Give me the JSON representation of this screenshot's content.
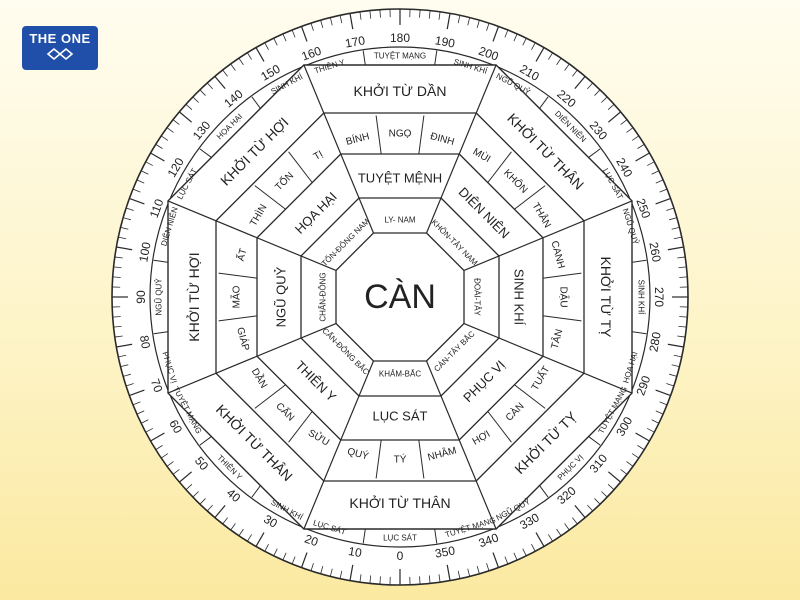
{
  "logo": {
    "text": "THE ONE",
    "emblem_icon": "diamond-emblem-icon",
    "color": "#1f4fa8"
  },
  "colors": {
    "ink": "#2a2a2a",
    "face": "#ffffff",
    "background_top": "#fffdf0",
    "background_bottom": "#fbe9a0"
  },
  "dial": {
    "step": 10,
    "minor_step": 2,
    "start": 0,
    "end": 350,
    "direction": "clockwise",
    "zero_at": "bottom"
  },
  "center_label": "CÀN",
  "sectors": [
    {
      "id": "s",
      "inner_label": "LY- NAM",
      "trigram": "TUYỆT MỆNH",
      "mountains": [
        "BÍNH",
        "NGỌ",
        "ĐINH"
      ],
      "khoi": "KHỞI TỪ DẦN",
      "outer": [
        "THIÊN Y",
        "TUYỆT MẠNG",
        "SINH KHÍ"
      ]
    },
    {
      "id": "sw",
      "inner_label": "KHÔN-TÂY NAM",
      "trigram": "DIÊN NIÊN",
      "mountains": [
        "MÙI",
        "KHÔN",
        "THÂN"
      ],
      "khoi": "KHỞI TỪ THÂN",
      "outer": [
        "NGŨ QUỶ",
        "DIÊN NIÊN",
        "LỤC SÁT"
      ]
    },
    {
      "id": "w",
      "inner_label": "ĐOÀI-TÂY",
      "trigram": "SINH KHÍ",
      "mountains": [
        "CANH",
        "DẬU",
        "TÂN"
      ],
      "khoi": "KHỞI TỪ TỴ",
      "outer": [
        "NGŨ QUỶ",
        "SINH KHÍ",
        "HỌA HẠI"
      ]
    },
    {
      "id": "nw",
      "inner_label": "CÀN-TÂY BẮC",
      "trigram": "PHỤC VỊ",
      "mountains": [
        "TUẤT",
        "CÀN",
        "HỢI"
      ],
      "khoi": "KHỞI TỪ TỴ",
      "outer": [
        "TUYỆT MẠNG",
        "PHỤC VỊ",
        "NGŨ QUỶ"
      ]
    },
    {
      "id": "n",
      "inner_label": "KHẢM-BẮC",
      "trigram": "LỤC SÁT",
      "mountains": [
        "NHÂM",
        "TÝ",
        "QUÝ"
      ],
      "khoi": "KHỞI TỪ THÂN",
      "outer": [
        "TUYỆT MẠNG",
        "LỤC SÁT",
        "LỤC SÁT"
      ]
    },
    {
      "id": "ne",
      "inner_label": "CẤN-ĐÔNG BẮC",
      "trigram": "THIÊN Y",
      "mountains": [
        "SỬU",
        "CẤN",
        "DẦN"
      ],
      "khoi": "KHỞI TỪ THÂN",
      "outer": [
        "SINH KHÍ",
        "THIÊN Y",
        "TUYỆT MẠNG"
      ]
    },
    {
      "id": "e",
      "inner_label": "CHẤN-ĐÔNG",
      "trigram": "NGŨ QUỶ",
      "mountains": [
        "GIÁP",
        "MÃO",
        "ẤT"
      ],
      "khoi": "KHỞI TỪ HỢI",
      "outer": [
        "PHỤC VỊ",
        "NGŨ QUỶ",
        "DIÊN NIÊN"
      ]
    },
    {
      "id": "se",
      "inner_label": "TỐN-ĐÔNG NAM",
      "trigram": "HỌA HẠI",
      "mountains": [
        "THÌN",
        "TỐN",
        "TỊ"
      ],
      "khoi": "KHỞI TỪ HỢI",
      "outer": [
        "LỤC SÁT",
        "HỌA HẠI",
        "SINH KHÍ"
      ]
    }
  ]
}
